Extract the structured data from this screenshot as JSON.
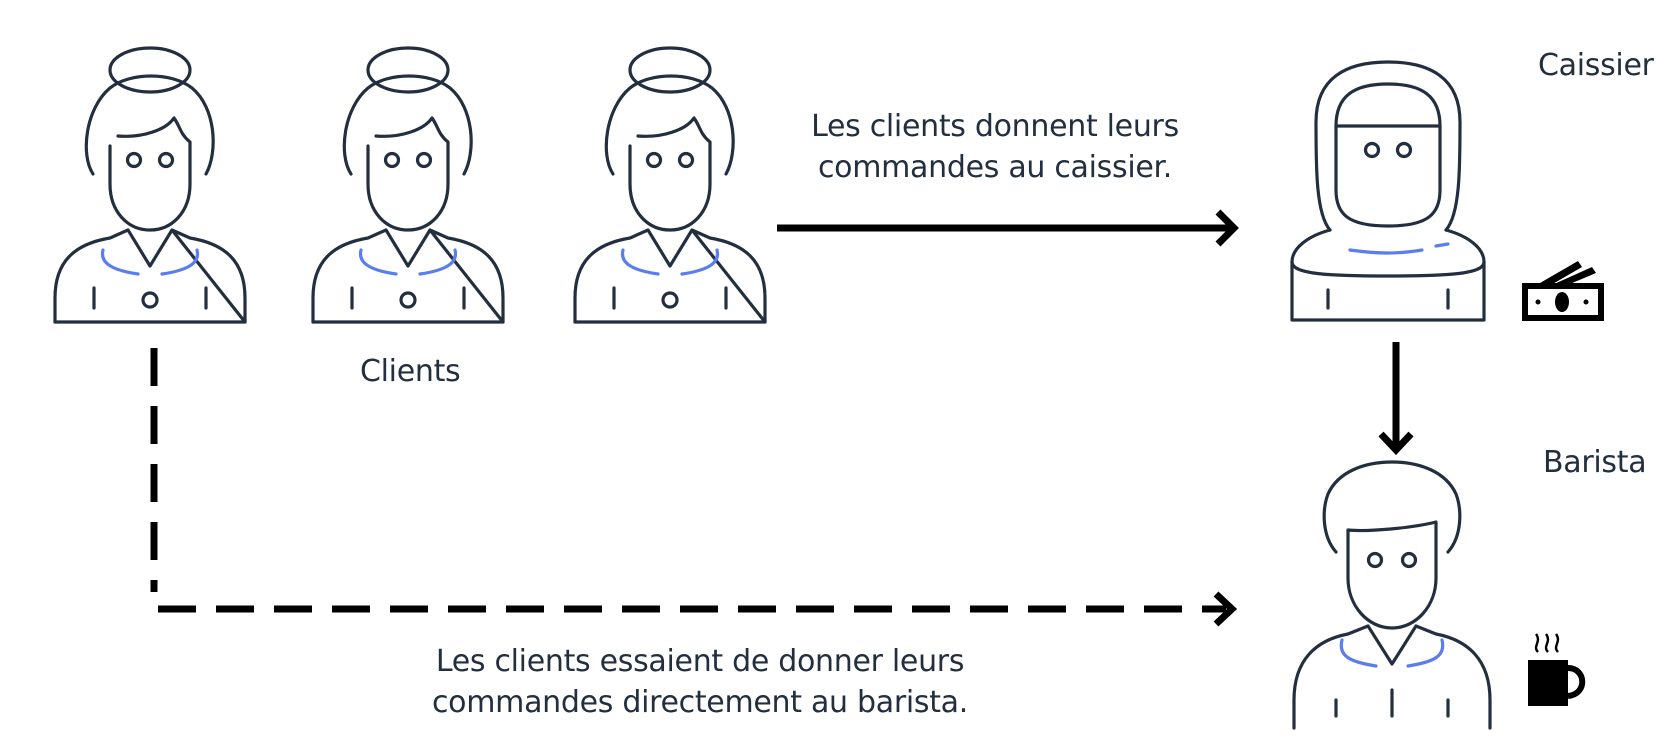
{
  "labels": {
    "customers": "Clients",
    "cashier": "Caissier",
    "barista": "Barista",
    "top_message_line1": "Les clients donnent leurs",
    "top_message_line2": "commandes au caissier.",
    "bottom_message_line1": "Les clients essaient de donner leurs",
    "bottom_message_line2": "commandes directement au barista."
  },
  "icons": {
    "customer": "woman-person-icon",
    "cashier": "hooded-person-icon",
    "barista": "man-person-icon",
    "money": "cash-icon",
    "coffee": "coffee-cup-icon"
  },
  "colors": {
    "outline": "#232f3e",
    "collar_accent": "#5a7df0",
    "arrow": "#000000"
  }
}
